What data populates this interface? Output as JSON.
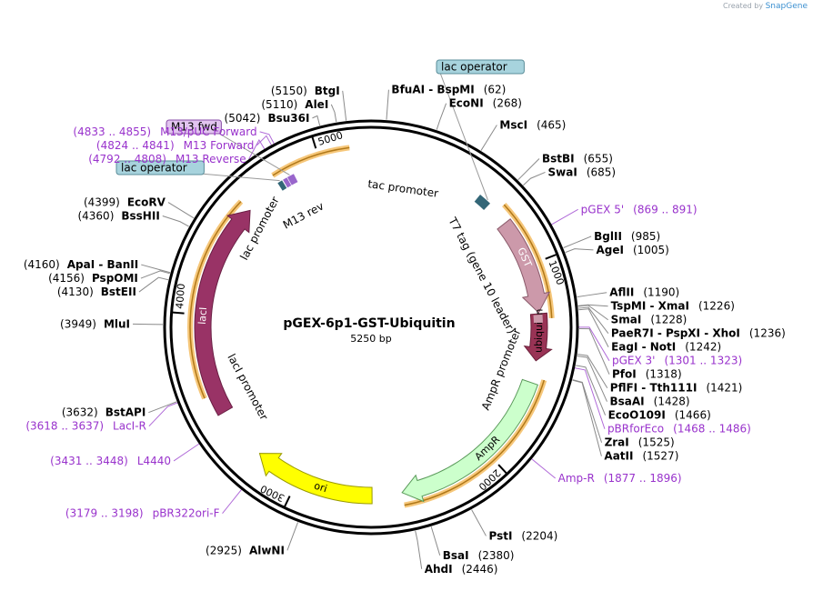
{
  "header": {
    "credit_prefix": "Created by",
    "credit_brand": "SnapGene"
  },
  "plasmid": {
    "name": "pGEX-6p1-GST-Ubiquitin",
    "size": "5250 bp",
    "length": 5250
  },
  "ticks": [
    {
      "label": "1000",
      "pos": 1000
    },
    {
      "label": "2000",
      "pos": 2000
    },
    {
      "label": "3000",
      "pos": 3000
    },
    {
      "label": "4000",
      "pos": 4000
    },
    {
      "label": "5000",
      "pos": 5000
    }
  ],
  "features": [
    {
      "label": "GST",
      "start": 760,
      "end": 1240,
      "color": "#cc99aa",
      "stroke": "#8a5a6a",
      "text": "#ffffff"
    },
    {
      "label": "ubiquitin",
      "start": 1245,
      "end": 1480,
      "color": "#993355",
      "stroke": "#6a1f3a",
      "text": "#000000"
    },
    {
      "label": "AmpR",
      "start": 1590,
      "end": 2470,
      "color": "#ccffcc",
      "stroke": "#5a9a5a",
      "text": "#000000"
    },
    {
      "label": "ori",
      "start": 2620,
      "end": 3230,
      "color": "#ffff00",
      "stroke": "#999900",
      "text": "#000000"
    },
    {
      "label": "lacI",
      "start": 3500,
      "end": 4580,
      "color": "#993366",
      "stroke": "#6a1f44",
      "text": "#ffffff"
    }
  ],
  "highlight_arcs": [
    {
      "start": 690,
      "end": 1270
    },
    {
      "start": 1560,
      "end": 2470
    },
    {
      "start": 3600,
      "end": 4580
    },
    {
      "start": 4770,
      "end": 5150
    }
  ],
  "small_features": [
    {
      "start": 575,
      "end": 640,
      "color": "#336677"
    },
    {
      "start": 1250,
      "end": 1290,
      "color": "#cc99aa"
    },
    {
      "start": 4825,
      "end": 4860,
      "color": "#9966cc"
    },
    {
      "start": 4800,
      "end": 4822,
      "color": "#9966cc"
    },
    {
      "start": 4770,
      "end": 4795,
      "color": "#336677"
    }
  ],
  "inner_labels": [
    {
      "text": "tac promoter"
    },
    {
      "text": "T7 tag (gene 10 leader)"
    },
    {
      "text": "AmpR promoter"
    },
    {
      "text": "lacI promoter"
    },
    {
      "text": "lac promoter"
    },
    {
      "text": "M13 rev"
    }
  ],
  "sites": [
    {
      "name": "BtgI",
      "coord": "(5150)",
      "pos": 5150
    },
    {
      "name": "AleI",
      "coord": "(5110)",
      "pos": 5110
    },
    {
      "name": "Bsu36I",
      "coord": "(5042)",
      "pos": 5042
    },
    {
      "name": "BfuAI  -  BspMI",
      "coord": "(62)",
      "pos": 62
    },
    {
      "name": "EcoNI",
      "coord": "(268)",
      "pos": 268
    },
    {
      "name": "MscI",
      "coord": "(465)",
      "pos": 465
    },
    {
      "name": "BstBI",
      "coord": "(655)",
      "pos": 655
    },
    {
      "name": "SwaI",
      "coord": "(685)",
      "pos": 685
    },
    {
      "name": "BglII",
      "coord": "(985)",
      "pos": 985
    },
    {
      "name": "AgeI",
      "coord": "(1005)",
      "pos": 1005
    },
    {
      "name": "AflII",
      "coord": "(1190)",
      "pos": 1190
    },
    {
      "name": "TspMI  -  XmaI",
      "coord": "(1226)",
      "pos": 1226
    },
    {
      "name": "SmaI",
      "coord": "(1228)",
      "pos": 1228
    },
    {
      "name": "PaeR7I  -  PspXI  -  XhoI",
      "coord": "(1236)",
      "pos": 1236
    },
    {
      "name": "EagI  -  NotI",
      "coord": "(1242)",
      "pos": 1242
    },
    {
      "name": "PfoI",
      "coord": "(1318)",
      "pos": 1318
    },
    {
      "name": "PflFI  -  Tth111I",
      "coord": "(1421)",
      "pos": 1421
    },
    {
      "name": "BsaAI",
      "coord": "(1428)",
      "pos": 1428
    },
    {
      "name": "EcoO109I",
      "coord": "(1466)",
      "pos": 1466
    },
    {
      "name": "ZraI",
      "coord": "(1525)",
      "pos": 1525
    },
    {
      "name": "AatII",
      "coord": "(1527)",
      "pos": 1527
    },
    {
      "name": "PstI",
      "coord": "(2204)",
      "pos": 2204
    },
    {
      "name": "BsaI",
      "coord": "(2380)",
      "pos": 2380
    },
    {
      "name": "AhdI",
      "coord": "(2446)",
      "pos": 2446
    },
    {
      "name": "AlwNI",
      "coord": "(2925)",
      "pos": 2925
    },
    {
      "name": "BstAPI",
      "coord": "(3632)",
      "pos": 3632
    },
    {
      "name": "MluI",
      "coord": "(3949)",
      "pos": 3949
    },
    {
      "name": "BstEII",
      "coord": "(4130)",
      "pos": 4130
    },
    {
      "name": "PspOMI",
      "coord": "(4156)",
      "pos": 4156
    },
    {
      "name": "ApaI  -  BanII",
      "coord": "(4160)",
      "pos": 4160
    },
    {
      "name": "BssHII",
      "coord": "(4360)",
      "pos": 4360
    },
    {
      "name": "EcoRV",
      "coord": "(4399)",
      "pos": 4399
    }
  ],
  "primers": [
    {
      "name": "pGEX 5'",
      "coord": "(869 .. 891)",
      "pos": 880
    },
    {
      "name": "pGEX 3'",
      "coord": "(1301 .. 1323)",
      "pos": 1312
    },
    {
      "name": "pBRforEco",
      "coord": "(1468 .. 1486)",
      "pos": 1477
    },
    {
      "name": "Amp-R",
      "coord": "(1877 .. 1896)",
      "pos": 1886
    },
    {
      "name": "pBR322ori-F",
      "coord": "(3179 .. 3198)",
      "pos": 3188
    },
    {
      "name": "L4440",
      "coord": "(3431 .. 3448)",
      "pos": 3440
    },
    {
      "name": "LacI-R",
      "coord": "(3618 .. 3637)",
      "pos": 3627
    },
    {
      "name": "M13 Reverse",
      "coord": "(4792 .. 4808)",
      "pos": 4800
    },
    {
      "name": "M13 Forward",
      "coord": "(4824 .. 4841)",
      "pos": 4832
    },
    {
      "name": "M13/pUC Forward",
      "coord": "(4833 .. 4855)",
      "pos": 4844
    }
  ],
  "boxed_labels": [
    {
      "text": "lac operator",
      "fill": "#a7d3dd",
      "stroke": "#5a8d99",
      "color": "#000000",
      "pos": 620
    },
    {
      "text": "lac operator",
      "fill": "#a7d3dd",
      "stroke": "#5a8d99",
      "color": "#000000",
      "pos": 4785
    },
    {
      "text": "M13 fwd",
      "fill": "#e2c4f0",
      "stroke": "#8a4fa8",
      "color": "#000000",
      "pos": 4840
    }
  ],
  "colors": {
    "site_text": "#000000",
    "primer_text": "#9933cc",
    "backbone": "#000000",
    "highlight": "#f0a030"
  }
}
